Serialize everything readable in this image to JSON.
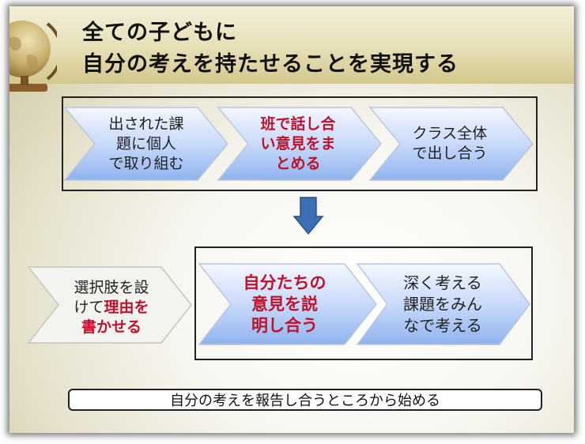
{
  "title": {
    "line1": "全ての子どもに",
    "line2": "自分の考えを持たせることを実現する"
  },
  "row1": [
    {
      "text": "出された課\n題に個人\nで取り組む",
      "highlight": false
    },
    {
      "text": "班で話し合\nい意見をま\nとめる",
      "highlight": true
    },
    {
      "text": "クラス全体\nで出し合う",
      "highlight": false
    }
  ],
  "row2": [
    {
      "parts": [
        {
          "text": "選択肢を設",
          "highlight": false
        },
        {
          "text": "\nけて",
          "highlight": false
        },
        {
          "text": "理由を",
          "highlight": true
        },
        {
          "text": "\n",
          "highlight": false
        },
        {
          "text": "書かせる",
          "highlight": true
        }
      ]
    },
    {
      "text": "自分たちの\n意見を説\n明し合う",
      "highlight": true
    },
    {
      "text": "深く考える\n課題をみん\nなで考える",
      "highlight": false
    }
  ],
  "footer": "自分の考えを報告し合うところから始める",
  "colors": {
    "accent_red": "#c0112a",
    "chevron_top": "#f4f7ff",
    "chevron_bottom": "#8fb3ee",
    "arrow_blue": "#3c6fb4"
  }
}
